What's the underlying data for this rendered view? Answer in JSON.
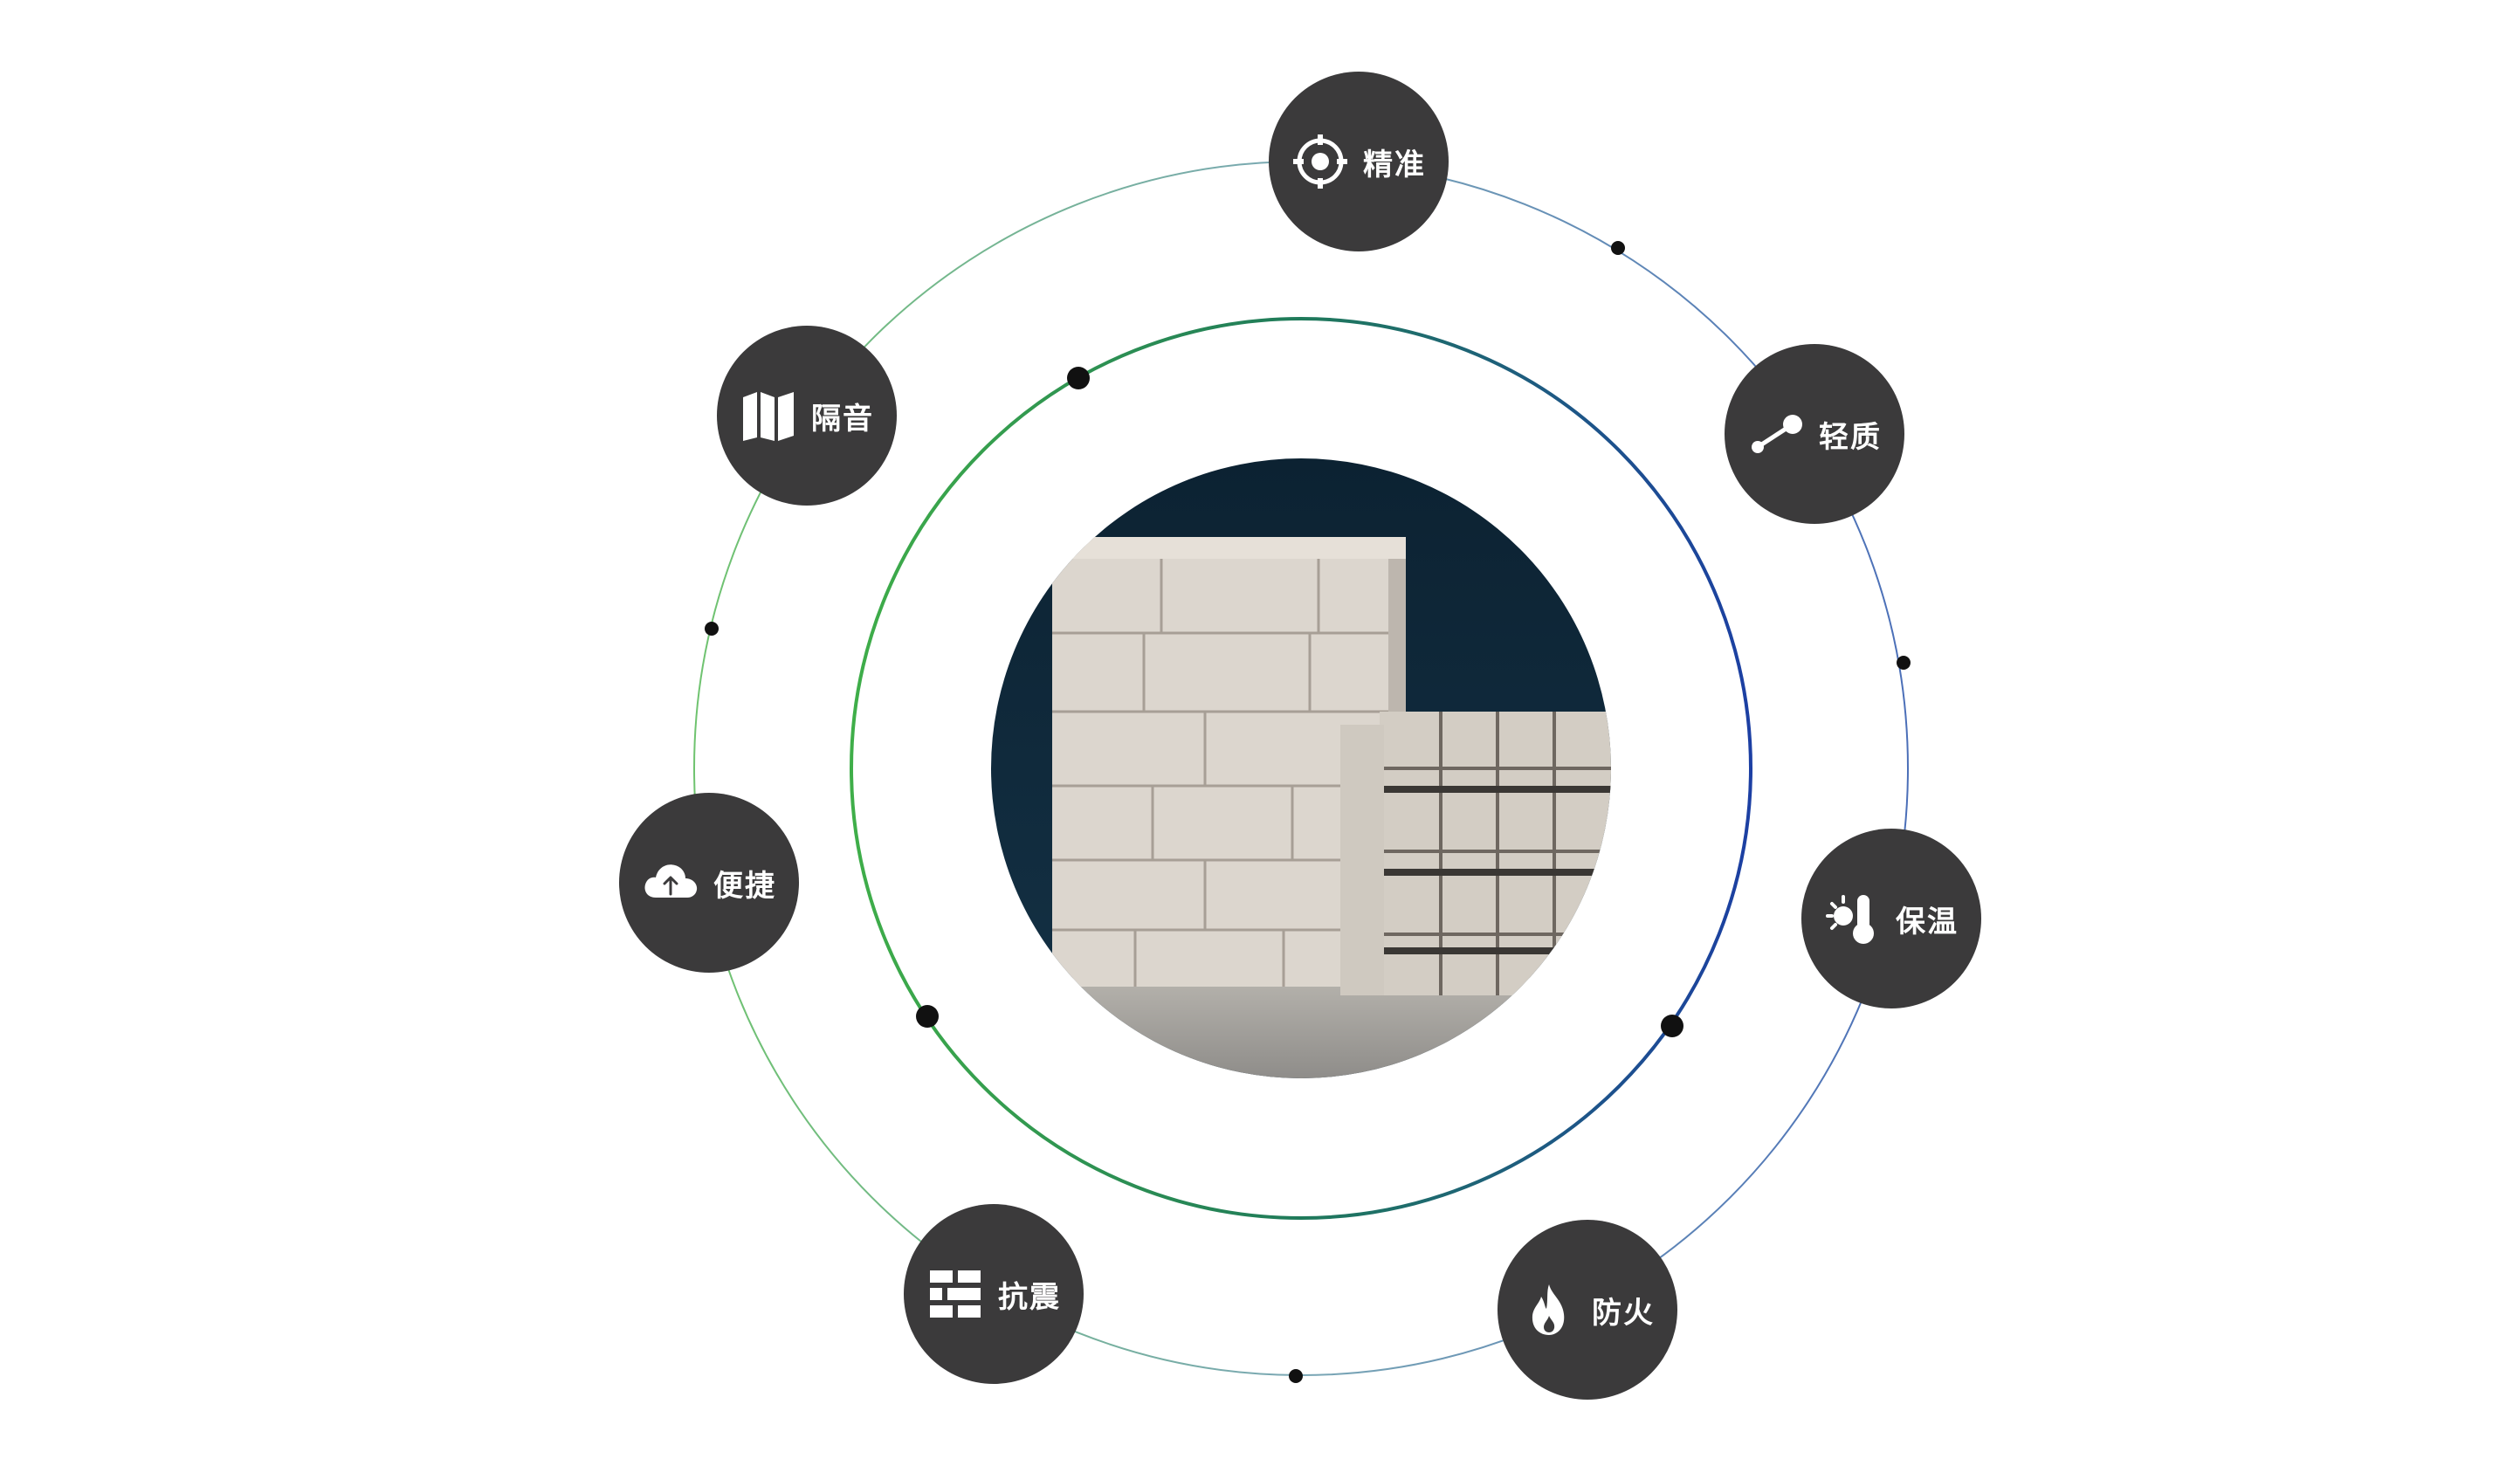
{
  "features": [
    {
      "key": "precise",
      "label": "精准",
      "icon": "target-icon"
    },
    {
      "key": "light",
      "label": "轻质",
      "icon": "link-dot-icon"
    },
    {
      "key": "insulation",
      "label": "保温",
      "icon": "thermometer-icon"
    },
    {
      "key": "fireproof",
      "label": "防火",
      "icon": "flame-icon"
    },
    {
      "key": "seismic",
      "label": "抗震",
      "icon": "brick-wall-icon"
    },
    {
      "key": "convenient",
      "label": "便捷",
      "icon": "cloud-upload-icon"
    },
    {
      "key": "soundproof",
      "label": "隔音",
      "icon": "folded-map-icon"
    }
  ],
  "colors": {
    "node_fill": "#3b3a3b",
    "ring_green": "#3fae49",
    "ring_blue": "#1c3fa3",
    "dot": "#111111",
    "photo_background": "#0e2738",
    "block_color": "#d9d3cb"
  }
}
